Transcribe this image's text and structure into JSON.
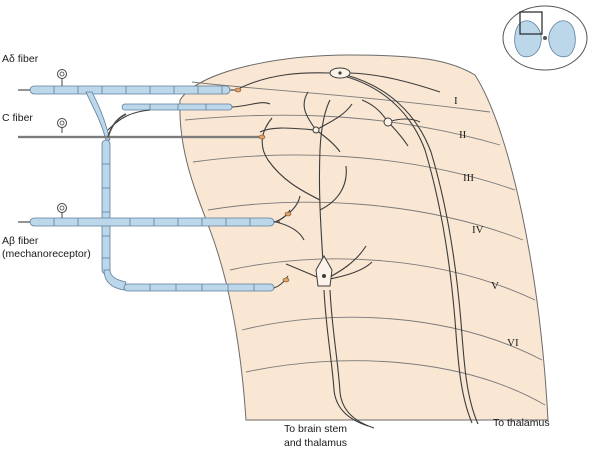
{
  "fibers": {
    "a_delta": "Aδ fiber",
    "c": "C fiber",
    "a_beta": "Aβ fiber",
    "a_beta_note": "(mechanoreceptor)"
  },
  "laminae": [
    "I",
    "II",
    "III",
    "IV",
    "V",
    "VI"
  ],
  "projections": {
    "brain_stem_line1": "To brain stem",
    "brain_stem_line2": "and thalamus",
    "thalamus": "To thalamus"
  },
  "colors": {
    "dorsal_horn_fill": "#f9e6d3",
    "myelin": "#bcd6ea",
    "outline": "#555555"
  }
}
